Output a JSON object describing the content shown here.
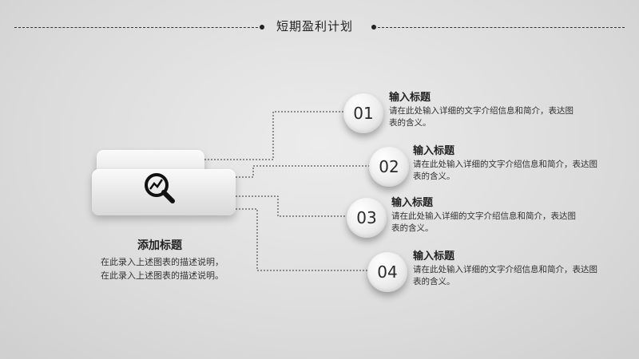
{
  "header": {
    "title": "短期盈利计划"
  },
  "side": {
    "icon": "search-chart-icon",
    "title": "添加标题",
    "description": "在此录入上述图表的描述说明，在此录入上述图表的描述说明。"
  },
  "items": [
    {
      "number": "01",
      "title": "输入标题",
      "description": "请在此处输入详细的文字介绍信息和简介，表达图表的含义。"
    },
    {
      "number": "02",
      "title": "输入标题",
      "description": "请在此处输入详细的文字介绍信息和简介，表达图表的含义。"
    },
    {
      "number": "03",
      "title": "输入标题",
      "description": "请在此处输入详细的文字介绍信息和简介，表达图表的含义。"
    },
    {
      "number": "04",
      "title": "输入标题",
      "description": "请在此处输入详细的文字介绍信息和简介，表达图表的含义。"
    }
  ]
}
